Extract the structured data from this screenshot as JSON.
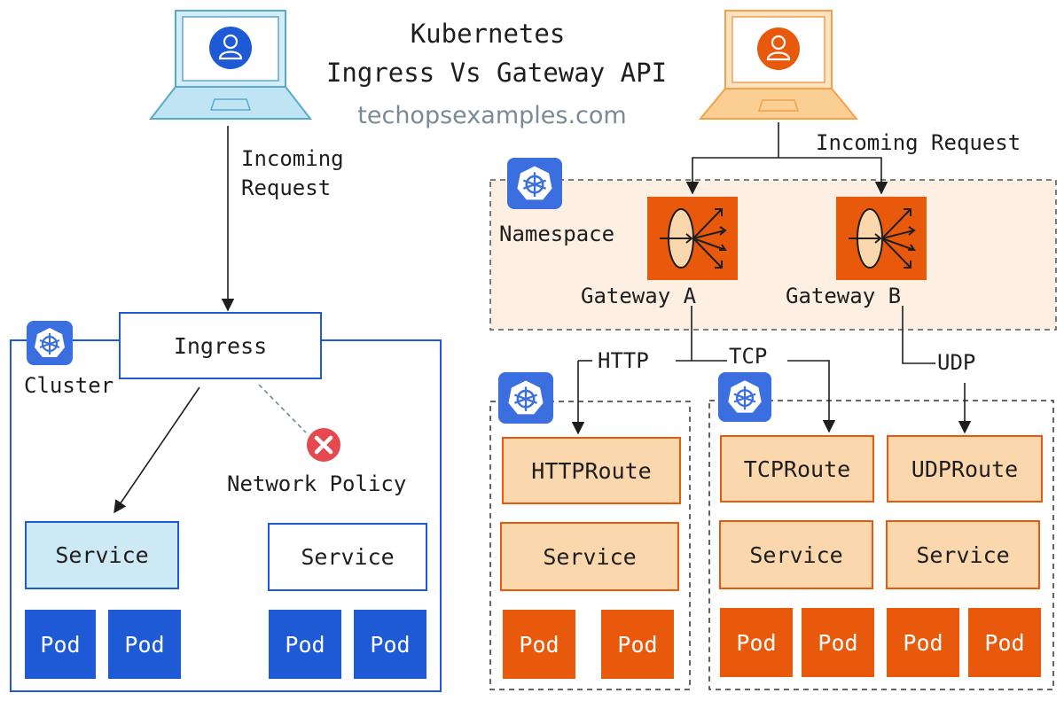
{
  "title": {
    "line1": "Kubernetes",
    "line2": "Ingress Vs Gateway API"
  },
  "subtitle": "techopsexamples.com",
  "colors": {
    "blue": "#1f5ad6",
    "orange": "#e8590c",
    "light_orange": "#fbd7ae",
    "light_blue": "#cde9f3",
    "namespace_fill": "#fdf0e2"
  },
  "ingress_side": {
    "incoming_request": {
      "line1": "Incoming",
      "line2": "Request"
    },
    "cluster_label": "Cluster",
    "ingress_label": "Ingress",
    "network_policy_label": "Network Policy",
    "services": [
      "Service",
      "Service"
    ],
    "pods": [
      "Pod",
      "Pod",
      "Pod",
      "Pod"
    ]
  },
  "gateway_side": {
    "incoming_request": "Incoming Request",
    "namespace_label": "Namespace",
    "gateway_a_label": "Gateway A",
    "gateway_b_label": "Gateway B",
    "protocols": {
      "http": "HTTP",
      "tcp": "TCP",
      "udp": "UDP"
    },
    "routes": {
      "http": "HTTPRoute",
      "tcp": "TCPRoute",
      "udp": "UDPRoute"
    },
    "services": [
      "Service",
      "Service",
      "Service"
    ],
    "pods": [
      "Pod",
      "Pod",
      "Pod",
      "Pod",
      "Pod",
      "Pod"
    ]
  }
}
